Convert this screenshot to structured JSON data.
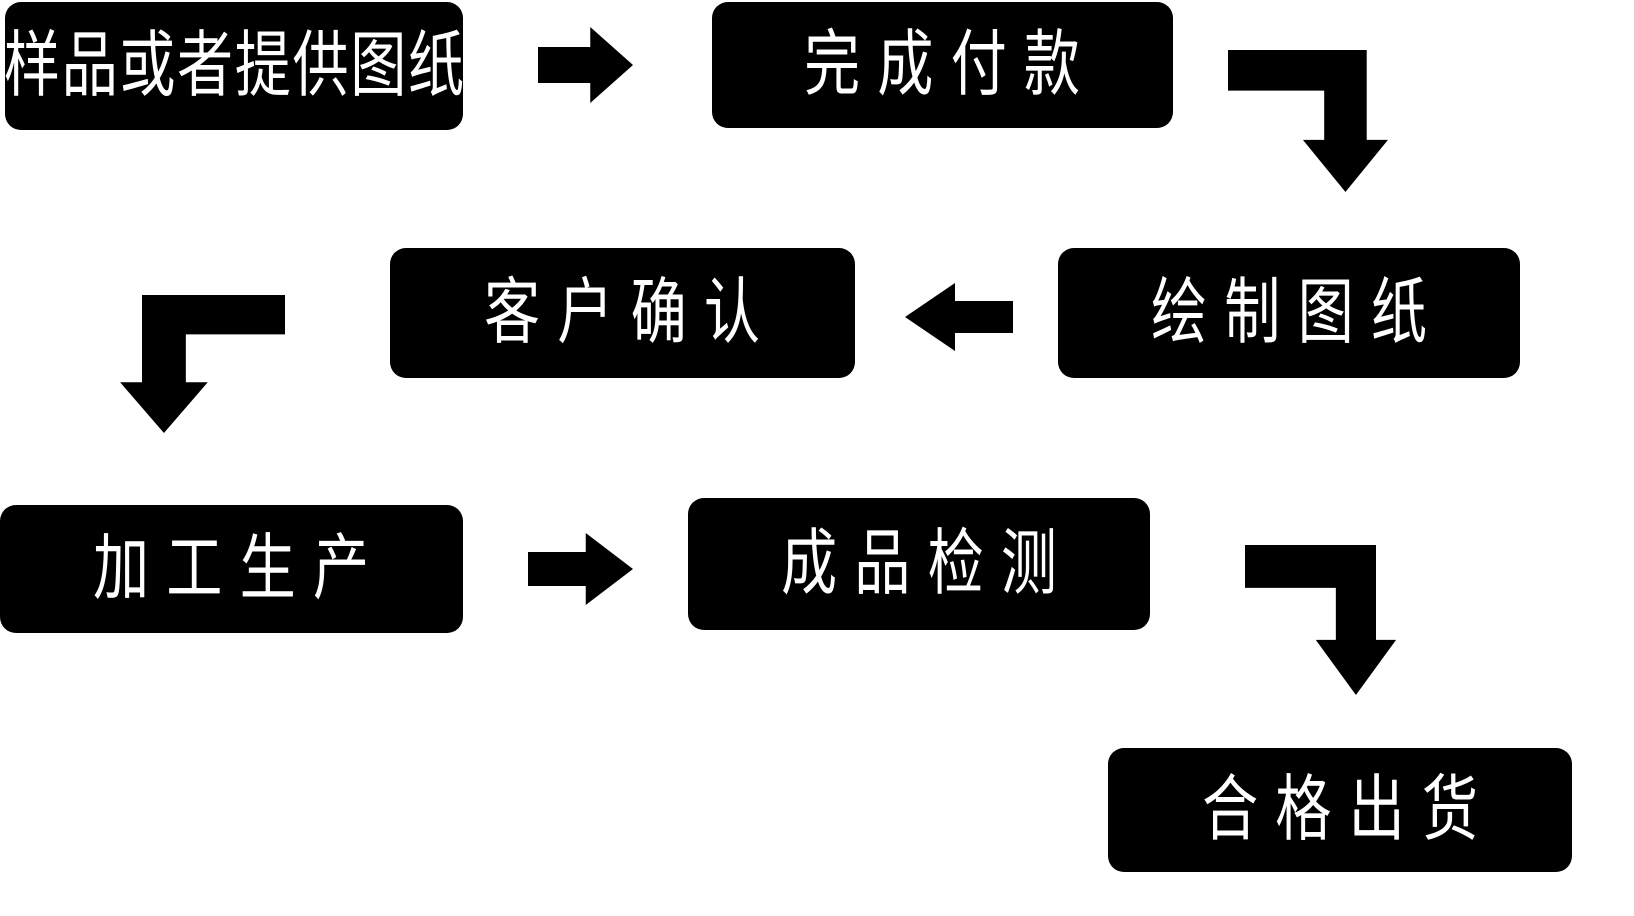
{
  "diagram": {
    "type": "flowchart",
    "colors": {
      "background": "#ffffff",
      "node_bg": "#000000",
      "node_text": "#ffffff",
      "arrow": "#000000"
    },
    "nodes": [
      {
        "id": "sample",
        "label": "样品或者提供图纸"
      },
      {
        "id": "payment",
        "label": "完成付款"
      },
      {
        "id": "drawing",
        "label": "绘制图纸"
      },
      {
        "id": "confirm",
        "label": "客户确认"
      },
      {
        "id": "production",
        "label": "加工生产"
      },
      {
        "id": "inspection",
        "label": "成品检测"
      },
      {
        "id": "shipment",
        "label": "合格出货"
      }
    ],
    "flow": [
      "样品或者提供图纸 → 完成付款",
      "完成付款 → 绘制图纸",
      "绘制图纸 → 客户确认",
      "客户确认 → 加工生产",
      "加工生产 → 成品检测",
      "成品检测 → 合格出货"
    ]
  }
}
